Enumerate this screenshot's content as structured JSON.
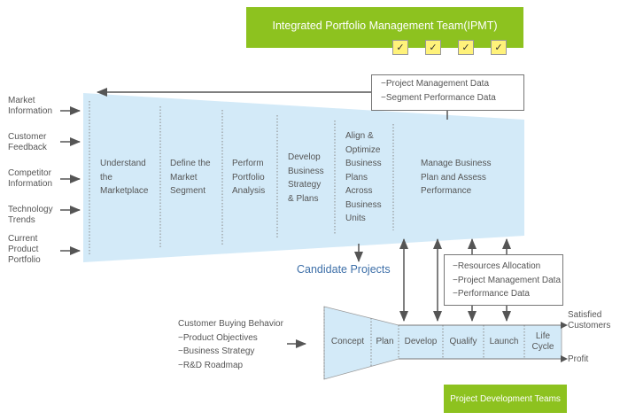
{
  "ipmt": {
    "title": "Integrated Portfolio Management Team(IPMT)",
    "checkboxes": [
      "✓",
      "✓",
      "✓",
      "✓"
    ]
  },
  "inputs_left": [
    "Market\nInformation",
    "Customer\nFeedback",
    "Competitor\nInformation",
    "Technology\nTrends",
    "Current\nProduct\nPortfolio"
  ],
  "portfolio_stages": [
    "Understand\nthe\nMarketplace",
    "Define the\nMarket\nSegment",
    "Perform\nPortfolio\nAnalysis",
    "Develop\nBusiness\nStrategy\n& Plans",
    "Align &\nOptimize\nBusiness\nPlans\nAcross\nBusiness\nUnits",
    "Manage Business\nPlan and Assess\nPerformance"
  ],
  "feedback_box": {
    "lines": [
      "−Project Management Data",
      "−Segment Performance Data"
    ]
  },
  "candidate_projects": "Candidate Projects",
  "resource_box": {
    "lines": [
      "−Resources Allocation",
      "−Project Management Data",
      "−Performance Data"
    ]
  },
  "customer_inputs": {
    "title": "Customer Buying Behavior",
    "lines": [
      "−Product Objectives",
      "−Business Strategy",
      "−R&D Roadmap"
    ]
  },
  "project_stages": [
    "Concept",
    "Plan",
    "Develop",
    "Qualify",
    "Launch",
    "Life\nCycle"
  ],
  "outputs": {
    "satisfied_customers": "Satisfied\nCustomers",
    "profit": "Profit"
  },
  "project_teams": "Project Development Teams",
  "colors": {
    "green": "#8dc21f",
    "funnel_blue": "#d3eaf8",
    "check_yellow": "#fff27a",
    "candidate_blue": "#3d6fa8",
    "arrow_gray": "#555555"
  }
}
